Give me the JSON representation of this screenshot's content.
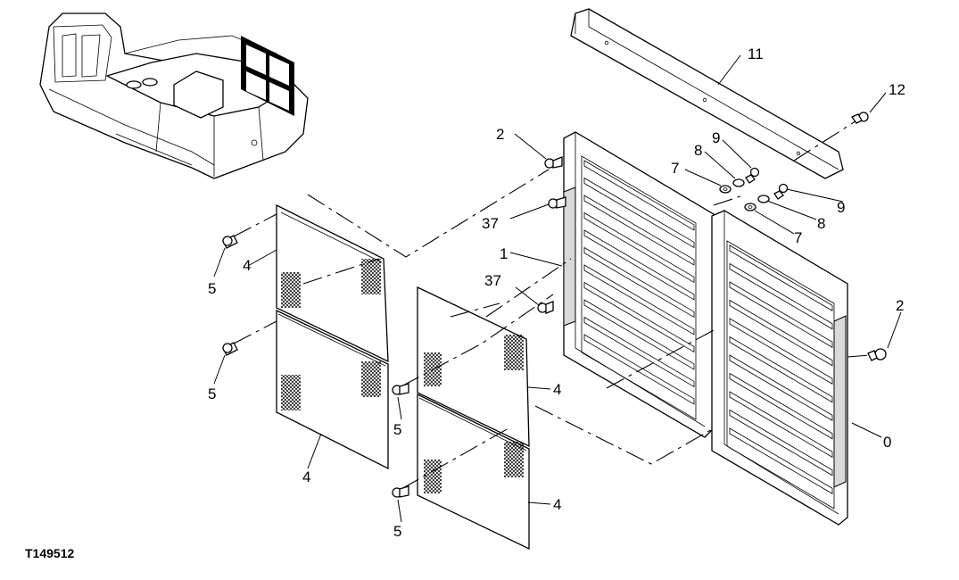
{
  "figure_id": "T149512",
  "callouts": {
    "c0": "0",
    "c1": "1",
    "c2a": "2",
    "c2b": "2",
    "c4a": "4",
    "c4b": "4",
    "c4c": "4",
    "c4d": "4",
    "c5a": "5",
    "c5b": "5",
    "c5c": "5",
    "c5d": "5",
    "c7a": "7",
    "c7b": "7",
    "c8a": "8",
    "c8b": "8",
    "c9a": "9",
    "c9b": "9",
    "c11": "11",
    "c12": "12",
    "c37a": "37",
    "c37b": "37"
  }
}
